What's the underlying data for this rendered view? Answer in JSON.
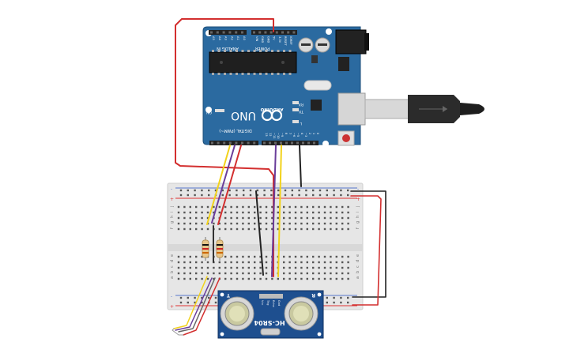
{
  "arduino": {
    "brand": "ARDUINO",
    "model": "UNO",
    "analog_in_label": "ANALOG IN",
    "power_label": "POWER",
    "digital_label": "DIGITAL (PWM~)",
    "on_label": "ON",
    "tx_label": "TX",
    "rx_label": "RX",
    "l_label": "L",
    "aref_label": "AREF",
    "gnd_label": "GND",
    "analog_pins": [
      "A5",
      "A4",
      "A3",
      "A2",
      "A1",
      "A0"
    ],
    "power_pins": [
      "VIN",
      "GND",
      "GND",
      "5V",
      "3.3V",
      "RESET",
      "IOREF"
    ],
    "digital_pins": [
      "0",
      "1",
      "2",
      "~3",
      "4",
      "~5",
      "~6",
      "7",
      "8",
      "~9",
      "~10",
      "~11",
      "12",
      "13"
    ]
  },
  "sensor": {
    "model": "HC-SR04",
    "pins": [
      "Vcc",
      "Trig",
      "Echo",
      "Gnd"
    ],
    "lens_labels": [
      "T",
      "R"
    ]
  },
  "breadboard": {
    "row_letters": [
      "a",
      "b",
      "c",
      "d",
      "e",
      "f",
      "g",
      "h",
      "i",
      "j"
    ],
    "columns": 30
  },
  "colors": {
    "board_blue": "#2b6aa0",
    "breadboard": "#e4e4e4",
    "wire_red": "#d32f2f",
    "wire_black": "#222222",
    "wire_yellow": "#f2d21b",
    "wire_purple": "#6a3d9a",
    "sensor_blue": "#1e4f8f"
  }
}
